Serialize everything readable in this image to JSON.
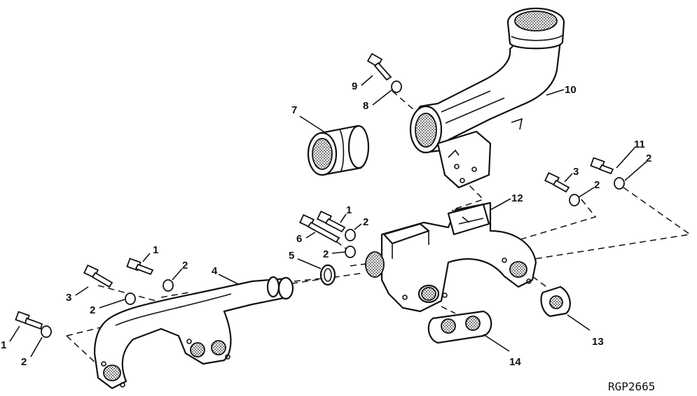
{
  "figure_code": "RGP2665",
  "callouts": {
    "c1_bottom_left": "1",
    "c2_bottom_left": "2",
    "c3_left": "3",
    "c2_left_mid": "2",
    "c1_left_mid": "1",
    "c2_left_upper": "2",
    "c4": "4",
    "c5": "5",
    "c2_center_low": "2",
    "c6": "6",
    "c1_center": "1",
    "c2_center_high": "2",
    "c7": "7",
    "c8": "8",
    "c9": "9",
    "c10": "10",
    "c11": "11",
    "c2_right_top": "2",
    "c3_right": "3",
    "c2_right_mid": "2",
    "c12": "12",
    "c13": "13",
    "c14": "14"
  }
}
